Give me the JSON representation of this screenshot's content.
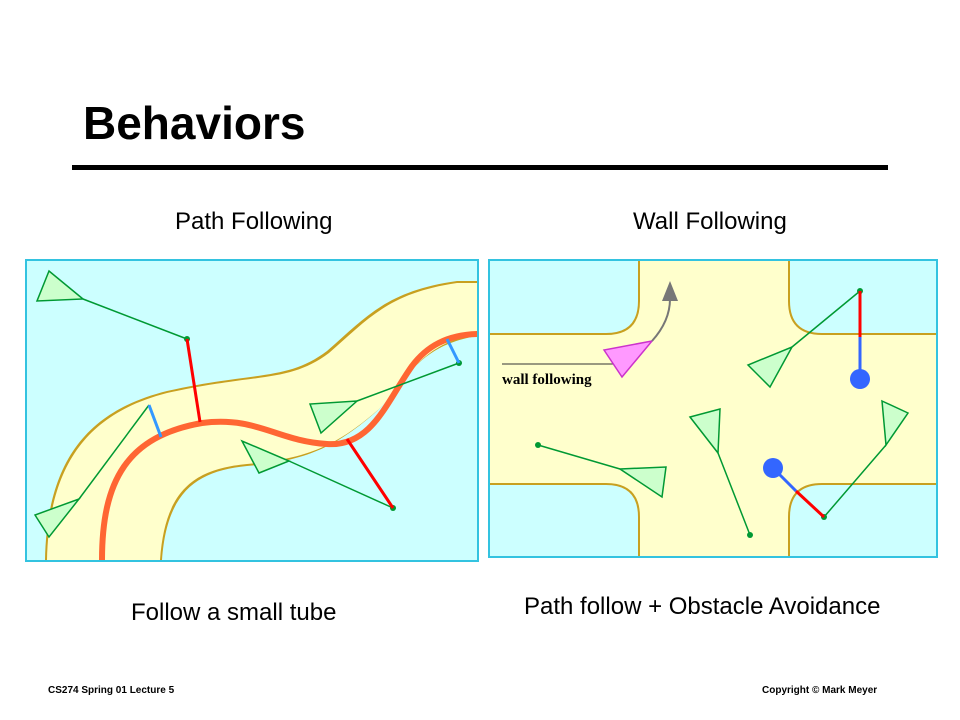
{
  "slide": {
    "title": "Behaviors",
    "footer_left": "CS274 Spring 01 Lecture 5",
    "footer_right": "Copyright © Mark Meyer"
  },
  "left_panel": {
    "heading": "Path Following",
    "caption": "Follow a small tube"
  },
  "right_panel": {
    "heading": "Wall Following",
    "caption": "Path follow + Obstacle Avoidance",
    "inset_label": "wall following"
  },
  "colors": {
    "background": "#ccffff",
    "road": "#ffffcc",
    "road_edge": "#c8a020",
    "path": "#ff6633",
    "agent_fill": "#ccffcc",
    "agent_stroke": "#009933",
    "correction_red": "#ff0000",
    "correction_blue": "#3399ff",
    "obstacle_blue": "#3366ff",
    "wall_follower": "#ff99ff",
    "arrow_gray": "#777777"
  }
}
